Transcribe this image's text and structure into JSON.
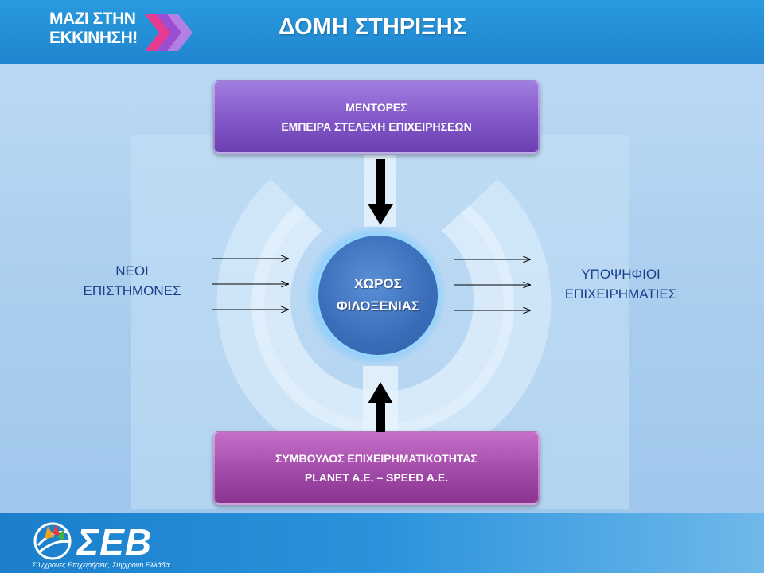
{
  "header": {
    "logo_line1": "ΜΑΖΙ ΣΤΗΝ",
    "logo_line2": "ΕΚΚΙΝΗΣΗ!",
    "title": "ΔΟΜΗ ΣΤΗΡΙΞΗΣ"
  },
  "diagram": {
    "top_box": {
      "line1": "ΜΕΝΤΟΡΕΣ",
      "line2": "ΕΜΠΕΙΡΑ ΣΤΕΛΕΧΗ ΕΠΙΧΕΙΡΗΣΕΩΝ"
    },
    "bottom_box": {
      "line1": "ΣΥΜΒΟΥΛΟΣ ΕΠΙΧΕΙΡΗΜΑΤΙΚΟΤΗΤΑΣ",
      "line2": "PLANET A.E. – SPEED A.E."
    },
    "center": {
      "line1": "ΧΩΡΟΣ",
      "line2": "ΦΙΛΟΞΕΝΙΑΣ"
    },
    "left_label": {
      "line1": "ΝΕΟΙ",
      "line2": "ΕΠΙΣΤΗΜΟΝΕΣ"
    },
    "right_label": {
      "line1": "ΥΠΟΨΗΦΙΟΙ",
      "line2": "ΕΠΙΧΕΙΡΗΜΑΤΙΕΣ"
    }
  },
  "footer": {
    "brand": "ΣΕΒ",
    "tagline": "Σύγχρονες Επιχειρήσεις, Σύγχρονη Ελλάδα"
  },
  "colors": {
    "header_blue": "#1e85cf",
    "top_box_purple": "#8257c8",
    "bottom_box_magenta": "#a24aa9",
    "center_blue": "#3a6db8",
    "label_navy": "#1a3f8a"
  }
}
